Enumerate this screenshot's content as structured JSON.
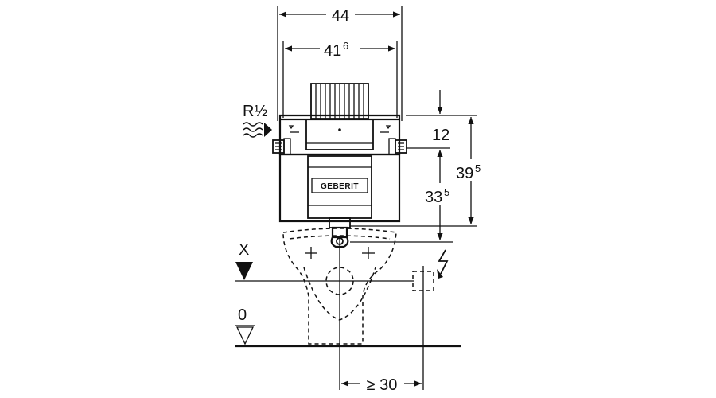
{
  "dimensions": {
    "top_width": "44",
    "inner_width_main": "41",
    "inner_width_sup": "6",
    "height_small": "12",
    "height_total_main": "39",
    "height_total_sup": "5",
    "height_lower_main": "33",
    "height_lower_sup": "5",
    "clearance": "≥ 30"
  },
  "labels": {
    "supply_connection": "R½",
    "marker_x": "X",
    "floor_level": "0",
    "brand_logo": "GEBERIT"
  },
  "icons": {
    "water_supply": "water-waves-icon",
    "electrical": "lightning-icon",
    "level_marker": "level-triangle-icon"
  }
}
